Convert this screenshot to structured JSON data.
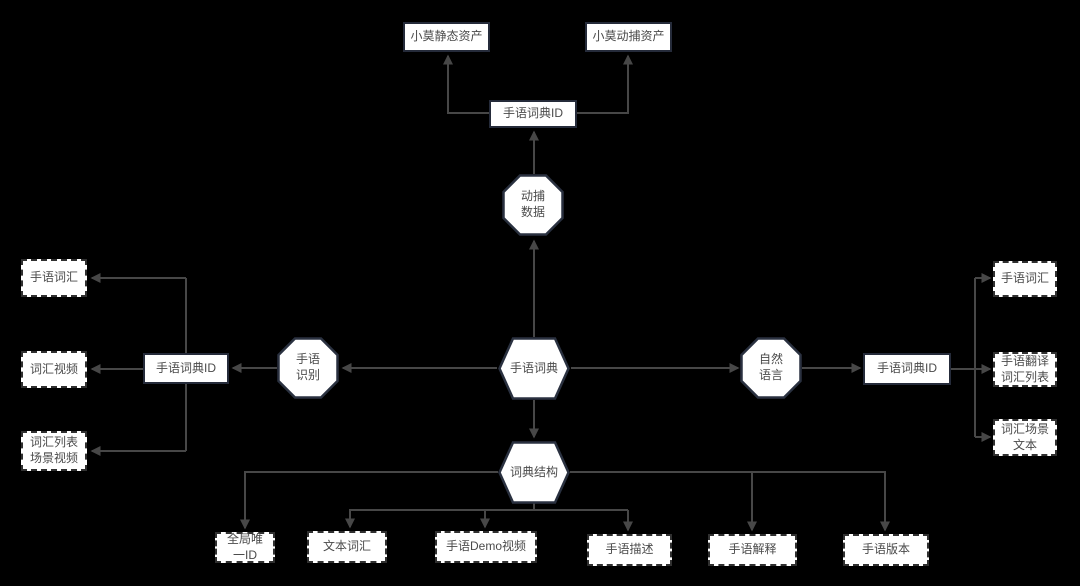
{
  "colors": {
    "background": "#000000",
    "node_fill": "#ffffff",
    "node_border": "#252b3a",
    "shape_border": "#2a3140",
    "dashed_border": "#303030",
    "line": "#474747",
    "text": "#4a4a4a"
  },
  "nodes": {
    "xiaomo_static": {
      "label": "小莫静态资产",
      "shape": "rect"
    },
    "xiaomo_mocap": {
      "label": "小莫动捕资产",
      "shape": "rect"
    },
    "dict_id_top": {
      "label": "手语词典ID",
      "shape": "rect"
    },
    "mocap_data": {
      "label": "动捕\n数据",
      "shape": "octagon"
    },
    "sign_dict": {
      "label": "手语词典",
      "shape": "hexagon"
    },
    "sign_recognition": {
      "label": "手语\n识别",
      "shape": "octagon"
    },
    "dict_id_left": {
      "label": "手语词典ID",
      "shape": "rect"
    },
    "sign_vocab_left": {
      "label": "手语词汇",
      "shape": "dashed-rect"
    },
    "vocab_video": {
      "label": "词汇视频",
      "shape": "dashed-rect"
    },
    "vocab_list_scene_video": {
      "label": "词汇列表\n场景视频",
      "shape": "dashed-rect"
    },
    "natural_language": {
      "label": "自然\n语言",
      "shape": "octagon"
    },
    "dict_id_right": {
      "label": "手语词典ID",
      "shape": "rect"
    },
    "sign_vocab_right": {
      "label": "手语词汇",
      "shape": "dashed-rect"
    },
    "sign_translate_vocab_list": {
      "label": "手语翻译\n词汇列表",
      "shape": "dashed-rect"
    },
    "vocab_scene_text": {
      "label": "词汇场景\n文本",
      "shape": "dashed-rect"
    },
    "dict_structure": {
      "label": "词典结构",
      "shape": "hexagon"
    },
    "global_unique_id": {
      "label": "全局唯\n一ID",
      "shape": "dashed-rect"
    },
    "text_vocab": {
      "label": "文本词汇",
      "shape": "dashed-rect"
    },
    "sign_demo_video": {
      "label": "手语Demo视频",
      "shape": "dashed-rect"
    },
    "sign_description": {
      "label": "手语描述",
      "shape": "dashed-rect"
    },
    "sign_explanation": {
      "label": "手语解释",
      "shape": "dashed-rect"
    },
    "sign_version": {
      "label": "手语版本",
      "shape": "dashed-rect"
    }
  },
  "edges": [
    {
      "from": "sign_dict",
      "to": "mocap_data"
    },
    {
      "from": "mocap_data",
      "to": "dict_id_top"
    },
    {
      "from": "dict_id_top",
      "to": "xiaomo_static"
    },
    {
      "from": "dict_id_top",
      "to": "xiaomo_mocap"
    },
    {
      "from": "sign_dict",
      "to": "sign_recognition"
    },
    {
      "from": "sign_recognition",
      "to": "dict_id_left"
    },
    {
      "from": "dict_id_left",
      "to": "sign_vocab_left"
    },
    {
      "from": "dict_id_left",
      "to": "vocab_video"
    },
    {
      "from": "dict_id_left",
      "to": "vocab_list_scene_video"
    },
    {
      "from": "sign_dict",
      "to": "natural_language"
    },
    {
      "from": "natural_language",
      "to": "dict_id_right"
    },
    {
      "from": "dict_id_right",
      "to": "sign_vocab_right"
    },
    {
      "from": "dict_id_right",
      "to": "sign_translate_vocab_list"
    },
    {
      "from": "dict_id_right",
      "to": "vocab_scene_text"
    },
    {
      "from": "sign_dict",
      "to": "dict_structure"
    },
    {
      "from": "dict_structure",
      "to": "global_unique_id"
    },
    {
      "from": "dict_structure",
      "to": "text_vocab"
    },
    {
      "from": "dict_structure",
      "to": "sign_demo_video"
    },
    {
      "from": "dict_structure",
      "to": "sign_description"
    },
    {
      "from": "dict_structure",
      "to": "sign_explanation"
    },
    {
      "from": "dict_structure",
      "to": "sign_version"
    }
  ]
}
